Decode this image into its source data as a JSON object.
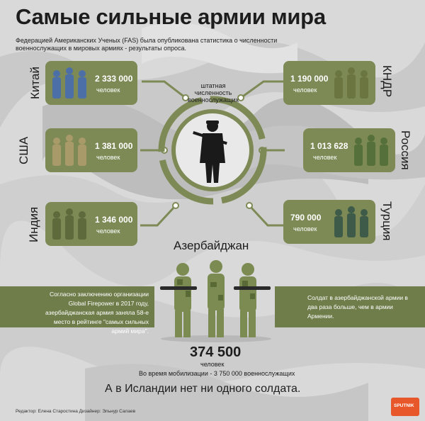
{
  "title": "Самые сильные армии мира",
  "subtitle": "Федерацией Американских Ученых (FAS) была опубликована статистика о численности военнослужащих в мировых армиях - результаты опроса.",
  "center_label": "штатная численность военнослужащих",
  "unit": "человек",
  "countries": [
    {
      "name": "Китай",
      "value": "2 333 000"
    },
    {
      "name": "США",
      "value": "1 381 000"
    },
    {
      "name": "Индия",
      "value": "1 346 000"
    },
    {
      "name": "КНДР",
      "value": "1 190 000"
    },
    {
      "name": "Россия",
      "value": "1 013 628"
    },
    {
      "name": "Турция",
      "value": "790 000"
    }
  ],
  "azerbaijan": {
    "name": "Азербайджан",
    "value": "374 500",
    "unit": "человек",
    "mobilization": "Во время мобилизации - 3 750 000 военнослужащих",
    "left_note": "Согласно заключению организации Global Firepower в 2017 году, азербайджанская армия заняла 58-е место в рейтинге \"самых сильных армий мира\".",
    "right_note": "Солдат в азербайджанской армии в два раза больше, чем в армии Армении."
  },
  "iceland": "А в Исландии нет ни одного солдата.",
  "credits": "Редактор: Елена Старостина  Дизайнер: Эльнур Салаев",
  "logo": "SPUTNIK",
  "colors": {
    "card": "#7d8a55",
    "banner": "#6f7d4a",
    "logo": "#e8572a"
  }
}
